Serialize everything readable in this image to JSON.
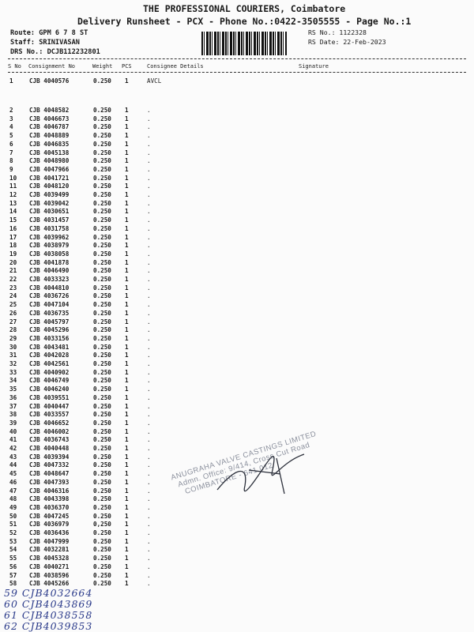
{
  "header": {
    "company": "THE PROFESSIONAL COURIERS, Coimbatore",
    "subtitle": "Delivery Runsheet - PCX - Phone No.:0422-3505555 - Page No.:1",
    "route": "Route: GPM 6 7 8 ST",
    "staff": "Staff: SRINIVASAN",
    "drs_no": "DRS No.: DCJB112232801",
    "rs_no": "RS No.: 1122328",
    "rs_date": "RS Date: 22-Feb-2023"
  },
  "columns": [
    "S No",
    "Consignment No",
    "Weight",
    "PCS",
    "Consignee Details",
    "Signature"
  ],
  "rows": [
    [
      "1",
      "CJB 4040576",
      "0.250",
      "1",
      "AVCL"
    ],
    [
      "2",
      "CJB 4048582",
      "0.250",
      "1",
      "."
    ],
    [
      "3",
      "CJB 4046673",
      "0.250",
      "1",
      "."
    ],
    [
      "4",
      "CJB 4046787",
      "0.250",
      "1",
      "."
    ],
    [
      "5",
      "CJB 4048889",
      "0.250",
      "1",
      "."
    ],
    [
      "6",
      "CJB 4046835",
      "0.250",
      "1",
      "."
    ],
    [
      "7",
      "CJB 4045138",
      "0.250",
      "1",
      "."
    ],
    [
      "8",
      "CJB 4048980",
      "0.250",
      "1",
      "."
    ],
    [
      "9",
      "CJB 4047966",
      "0.250",
      "1",
      "."
    ],
    [
      "10",
      "CJB 4041721",
      "0.250",
      "1",
      "."
    ],
    [
      "11",
      "CJB 4048120",
      "0.250",
      "1",
      "."
    ],
    [
      "12",
      "CJB 4039499",
      "0.250",
      "1",
      "."
    ],
    [
      "13",
      "CJB 4039042",
      "0.250",
      "1",
      "."
    ],
    [
      "14",
      "CJB 4030651",
      "0.250",
      "1",
      "."
    ],
    [
      "15",
      "CJB 4031457",
      "0.250",
      "1",
      "."
    ],
    [
      "16",
      "CJB 4031758",
      "0.250",
      "1",
      "."
    ],
    [
      "17",
      "CJB 4039962",
      "0.250",
      "1",
      "."
    ],
    [
      "18",
      "CJB 4038979",
      "0.250",
      "1",
      "."
    ],
    [
      "19",
      "CJB 4038058",
      "0.250",
      "1",
      "."
    ],
    [
      "20",
      "CJB 4041878",
      "0.250",
      "1",
      "."
    ],
    [
      "21",
      "CJB 4046490",
      "0.250",
      "1",
      "."
    ],
    [
      "22",
      "CJB 4033323",
      "0.250",
      "1",
      "."
    ],
    [
      "23",
      "CJB 4044810",
      "0.250",
      "1",
      "."
    ],
    [
      "24",
      "CJB 4036726",
      "0.250",
      "1",
      "."
    ],
    [
      "25",
      "CJB 4047104",
      "0.250",
      "1",
      "."
    ],
    [
      "26",
      "CJB 4036735",
      "0.250",
      "1",
      "."
    ],
    [
      "27",
      "CJB 4045797",
      "0.250",
      "1",
      "."
    ],
    [
      "28",
      "CJB 4045296",
      "0.250",
      "1",
      "."
    ],
    [
      "29",
      "CJB 4033156",
      "0.250",
      "1",
      "."
    ],
    [
      "30",
      "CJB 4043481",
      "0.250",
      "1",
      "."
    ],
    [
      "31",
      "CJB 4042028",
      "0.250",
      "1",
      "."
    ],
    [
      "32",
      "CJB 4042561",
      "0.250",
      "1",
      "."
    ],
    [
      "33",
      "CJB 4040902",
      "0.250",
      "1",
      "."
    ],
    [
      "34",
      "CJB 4046749",
      "0.250",
      "1",
      "."
    ],
    [
      "35",
      "CJB 4046240",
      "0.250",
      "1",
      "."
    ],
    [
      "36",
      "CJB 4039551",
      "0.250",
      "1",
      "."
    ],
    [
      "37",
      "CJB 4040447",
      "0.250",
      "1",
      "."
    ],
    [
      "38",
      "CJB 4033557",
      "0.250",
      "1",
      "."
    ],
    [
      "39",
      "CJB 4046652",
      "0.250",
      "1",
      "."
    ],
    [
      "40",
      "CJB 4046002",
      "0.250",
      "1",
      "."
    ],
    [
      "41",
      "CJB 4036743",
      "0.250",
      "1",
      "."
    ],
    [
      "42",
      "CJB 4040448",
      "0.250",
      "1",
      "."
    ],
    [
      "43",
      "CJB 4039394",
      "0.250",
      "1",
      "."
    ],
    [
      "44",
      "CJB 4047332",
      "0.250",
      "1",
      "."
    ],
    [
      "45",
      "CJB 4048647",
      "0.250",
      "1",
      "."
    ],
    [
      "46",
      "CJB 4047393",
      "0.250",
      "1",
      "."
    ],
    [
      "47",
      "CJB 4046316",
      "0.250",
      "1",
      "."
    ],
    [
      "48",
      "CJB 4043398",
      "0.250",
      "1",
      "."
    ],
    [
      "49",
      "CJB 4036370",
      "0.250",
      "1",
      "."
    ],
    [
      "50",
      "CJB 4047245",
      "0.250",
      "1",
      "."
    ],
    [
      "51",
      "CJB 4036979",
      "0,250",
      "1",
      "."
    ],
    [
      "52",
      "CJB 4036436",
      "0.250",
      "1",
      "."
    ],
    [
      "53",
      "CJB 4047999",
      "0.250",
      "1",
      "."
    ],
    [
      "54",
      "CJB 4032281",
      "0.250",
      "1",
      "."
    ],
    [
      "55",
      "CJB 4045328",
      "0.250",
      "1",
      "."
    ],
    [
      "56",
      "CJB 4040271",
      "0.250",
      "1",
      "."
    ],
    [
      "57",
      "CJB 4038596",
      "0.250",
      "1",
      "."
    ],
    [
      "58",
      "CJB 4045266",
      "0.250",
      "1",
      "."
    ]
  ],
  "handwritten": [
    "59 CJB4032664",
    "60 CJB4043869",
    "61 CJB4038558",
    "62 CJB4039853"
  ],
  "stamp": [
    "ANUGRAHA VALVE CASTINGS LIMITED",
    "Admn. Office: 9/414, Cross Cut Road",
    "COIMBATORE - 641 012"
  ]
}
